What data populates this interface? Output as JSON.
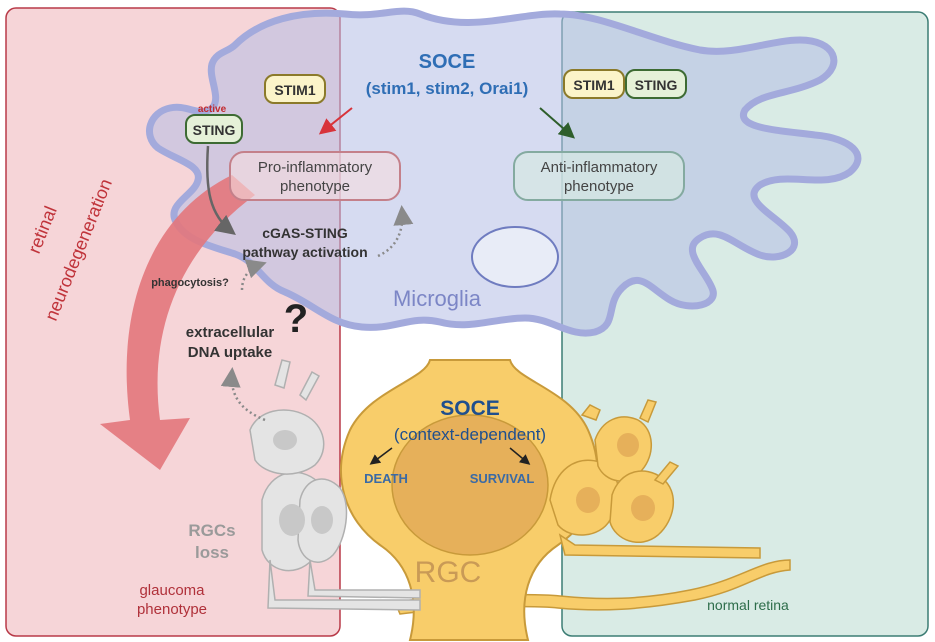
{
  "soce_top": {
    "title": "SOCE",
    "subtitle": "(stim1, stim2, Orai1)"
  },
  "left_panel": {
    "stim1": "STIM1",
    "sting_active_label": "active",
    "sting": "STING",
    "pro_phenotype_line1": "Pro-inflammatory",
    "pro_phenotype_line2": "phenotype",
    "cgas_line1": "cGAS-STING",
    "cgas_line2": "pathway activation",
    "phagocytosis": "phagocytosis?",
    "question": "?",
    "dna_line1": "extracellular",
    "dna_line2": "DNA uptake",
    "retinal_line1": "retinal",
    "retinal_line2": "neurodegeneration",
    "rgcs_line1": "RGCs",
    "rgcs_line2": "loss",
    "glaucoma_line1": "glaucoma",
    "glaucoma_line2": "phenotype"
  },
  "right_panel": {
    "stim1": "STIM1",
    "sting": "STING",
    "anti_line1": "Anti-inflammatory",
    "anti_line2": "phenotype",
    "normal": "normal retina"
  },
  "microglia_label": "Microglia",
  "rgc": {
    "soce": "SOCE",
    "context": "(context-dependent)",
    "death": "DEATH",
    "survival": "SURVIVAL",
    "label": "RGC"
  },
  "colors": {
    "glaucoma_panel": "#f6d5d8",
    "normal_panel": "#d9ebe5",
    "microglia": "#b4bde6",
    "soce_blue": "#2f6eb5",
    "rgc_yellow": "#f8cd6a",
    "retinal_arrow": "#e3777c",
    "pro_border": "#c4808a",
    "anti_border": "#84aaa0",
    "sting_green": "#4e8a3e"
  }
}
